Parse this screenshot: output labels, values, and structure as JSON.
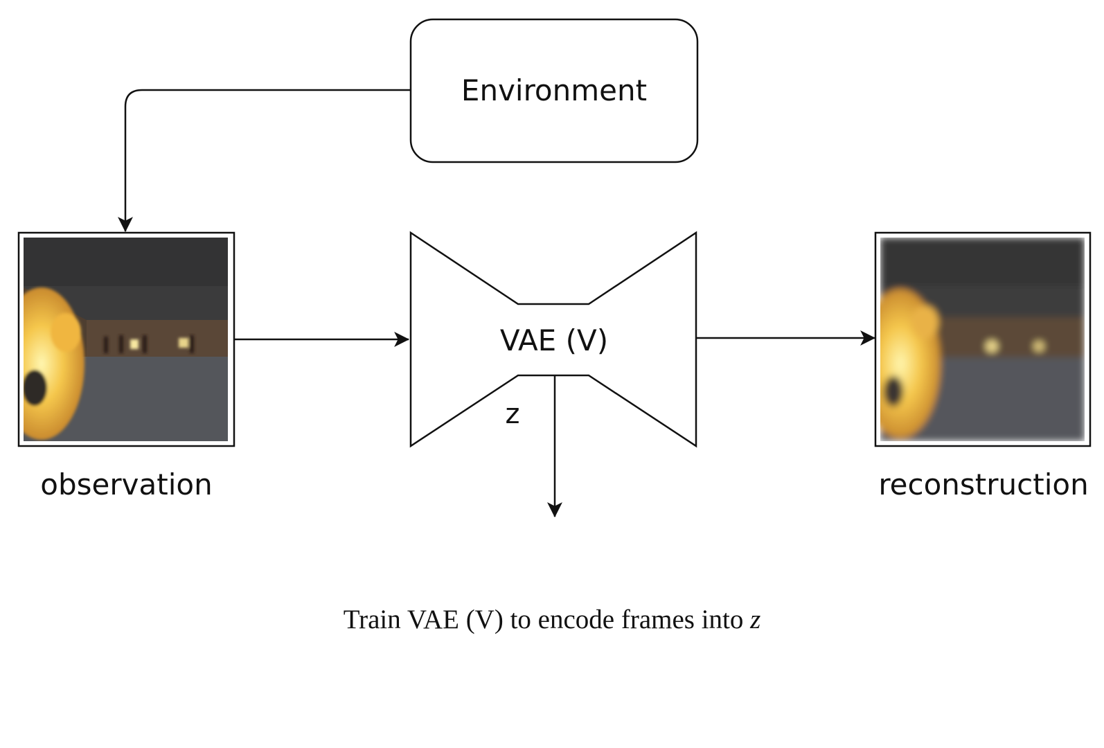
{
  "environment": {
    "label": "Environment"
  },
  "vae": {
    "label": "VAE (V)",
    "latent_label": "z"
  },
  "observation": {
    "label": "observation"
  },
  "reconstruction": {
    "label": "reconstruction"
  },
  "caption": {
    "text": "Train VAE (V) to encode frames into ",
    "math": "z"
  },
  "colors": {
    "stroke": "#111111",
    "wall": "#5a4838",
    "ceiling": "#3d3d3d",
    "floor": "#55575c",
    "fire": "#f2c24a"
  }
}
